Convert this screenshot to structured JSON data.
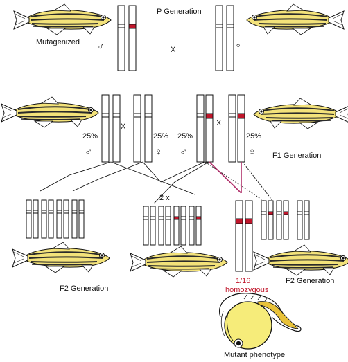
{
  "labels": {
    "p_generation": "P Generation",
    "mutagenized": "Mutagenized",
    "cross_p": "X",
    "f1_generation": "F1 Generation",
    "f1_pct_1": "25%",
    "f1_pct_2": "25%",
    "f1_pct_3": "25%",
    "f1_pct_4": "25%",
    "cross_f1_left": "X",
    "cross_f1_right": "X",
    "f2_multiplier": "2 x",
    "f2_generation_left": "F2 Generation",
    "f2_generation_right": "F2 Generation",
    "ratio": "1/16",
    "homozygous": "homozygous",
    "mutant_phenotype": "Mutant phenotype",
    "male_symbol": "♂",
    "female_symbol": "♀"
  },
  "colors": {
    "mutation": "#c0152a",
    "cross_line_mutant": "#b0306a",
    "fish_body": "#f3e27a",
    "fish_stripe": "#2a2a2a",
    "yolk": "#f6ec7a",
    "line": "#111111"
  },
  "icons": {
    "male": "male-symbol-icon",
    "female": "female-symbol-icon",
    "fish": "zebrafish-icon",
    "embryo": "mutant-embryo-icon"
  }
}
